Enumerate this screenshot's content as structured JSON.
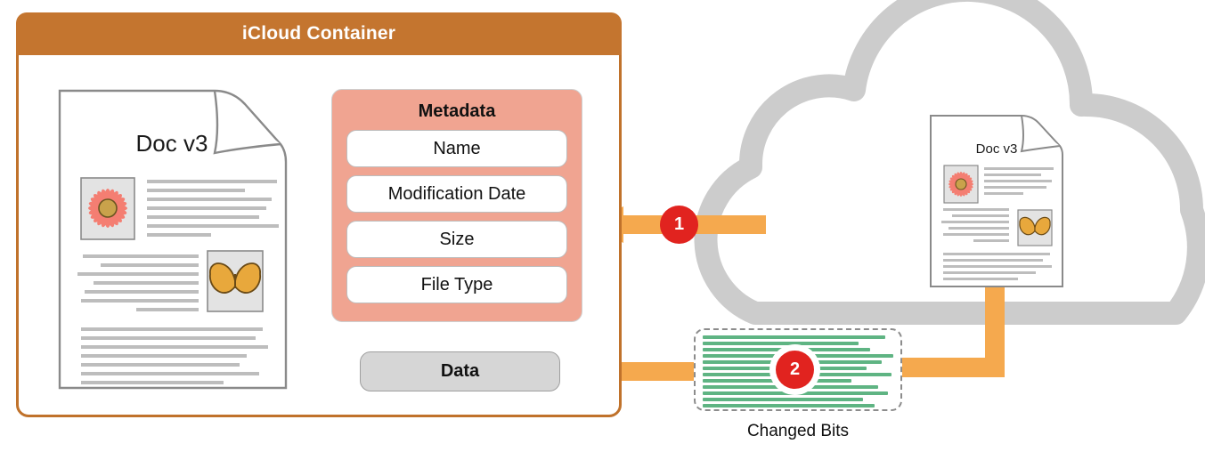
{
  "container": {
    "title": "iCloud Container"
  },
  "document_local": {
    "title": "Doc v3",
    "images": [
      "flower-image",
      "butterfly-image"
    ]
  },
  "document_cloud": {
    "title": "Doc v3",
    "images": [
      "flower-image",
      "butterfly-image"
    ]
  },
  "metadata": {
    "title": "Metadata",
    "fields": [
      {
        "label": "Name"
      },
      {
        "label": "Modification Date"
      },
      {
        "label": "Size"
      },
      {
        "label": "File Type"
      }
    ]
  },
  "data_pill": {
    "label": "Data"
  },
  "changed_bits": {
    "label": "Changed Bits",
    "line_widths": [
      96,
      82,
      88,
      100,
      94,
      86,
      99,
      78,
      92,
      97,
      84,
      90
    ]
  },
  "steps": [
    {
      "number": "1",
      "description": "metadata-sync-arrow"
    },
    {
      "number": "2",
      "description": "changed-bits-transfer"
    }
  ],
  "colors": {
    "container_header": "#C4752F",
    "container_border": "#C0722B",
    "metadata_panel": "#F0A491",
    "arrow_orange": "#F5A94E",
    "badge_red": "#E1231F",
    "cloud_gray": "#CCCCCC",
    "bits_green": "#5FB483",
    "data_pill_gray": "#D6D6D6"
  },
  "icons": {
    "cloud": "cloud-icon",
    "flower": "flower-icon",
    "butterfly": "butterfly-icon",
    "arrow_left": "arrow-left-icon"
  }
}
